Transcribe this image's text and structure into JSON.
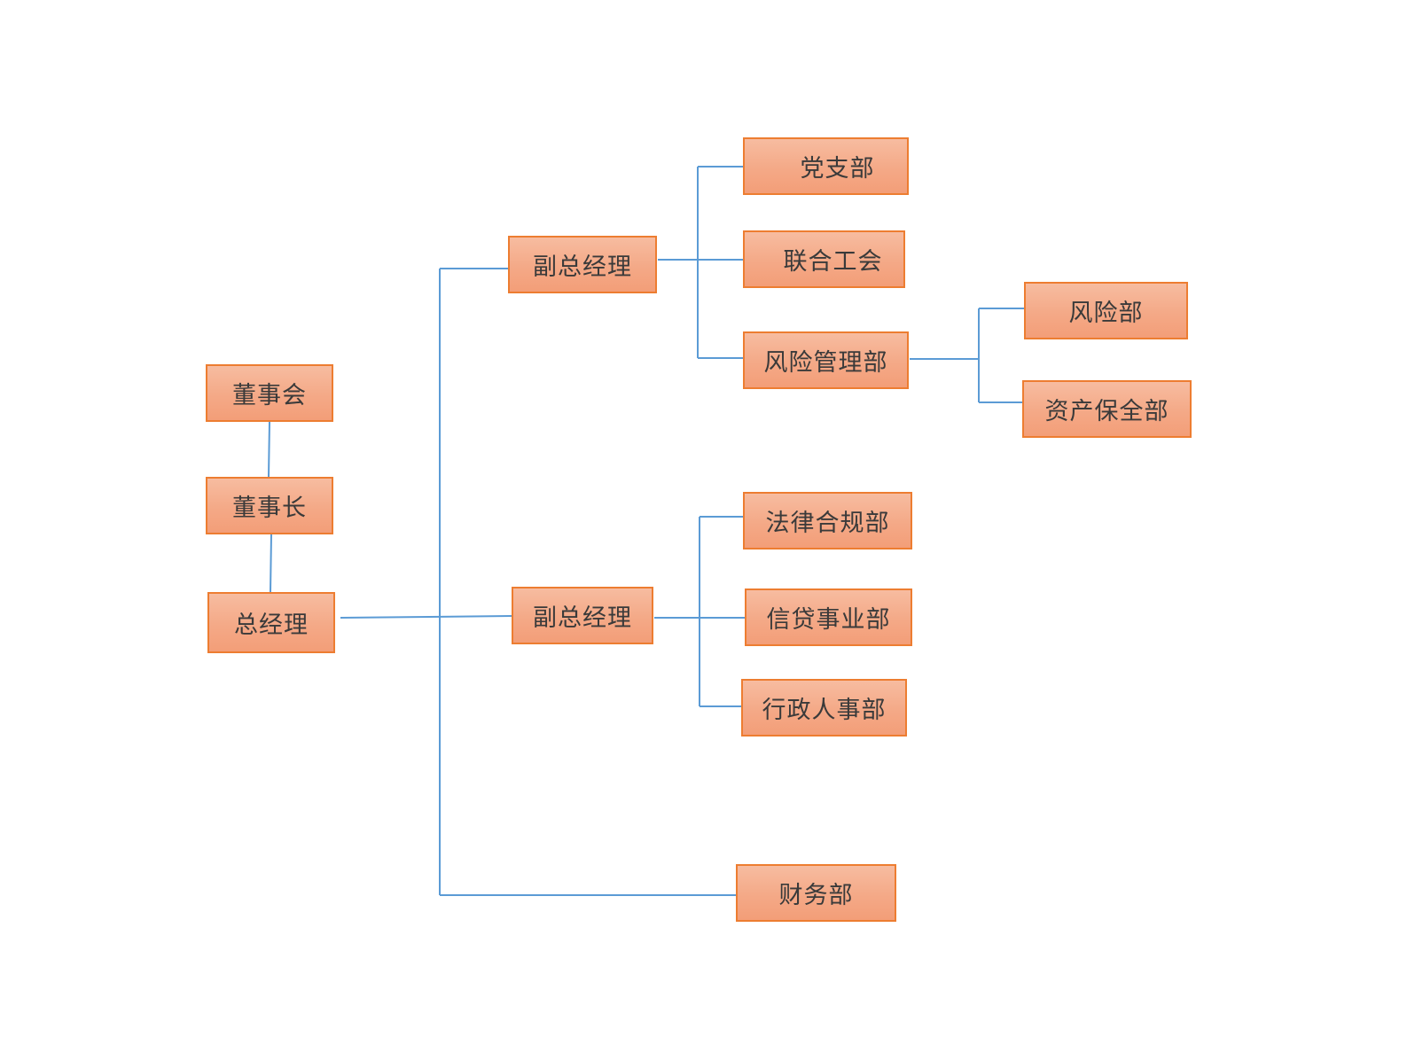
{
  "nodes": {
    "board": "董事会",
    "chairman": "董事长",
    "general_manager": "总经理",
    "vice_manager_1": "副总经理",
    "vice_manager_2": "副总经理",
    "party_branch": "党支部",
    "union": "联合工会",
    "risk_management": "风险管理部",
    "risk_dept": "风险部",
    "asset_preservation": "资产保全部",
    "legal_compliance": "法律合规部",
    "credit_business": "信贷事业部",
    "admin_hr": "行政人事部",
    "finance": "财务部"
  },
  "colors": {
    "box_border": "#ed7d31",
    "box_fill": "#f4a987",
    "connector": "#5b9bd5",
    "text": "#3a3a3a"
  }
}
